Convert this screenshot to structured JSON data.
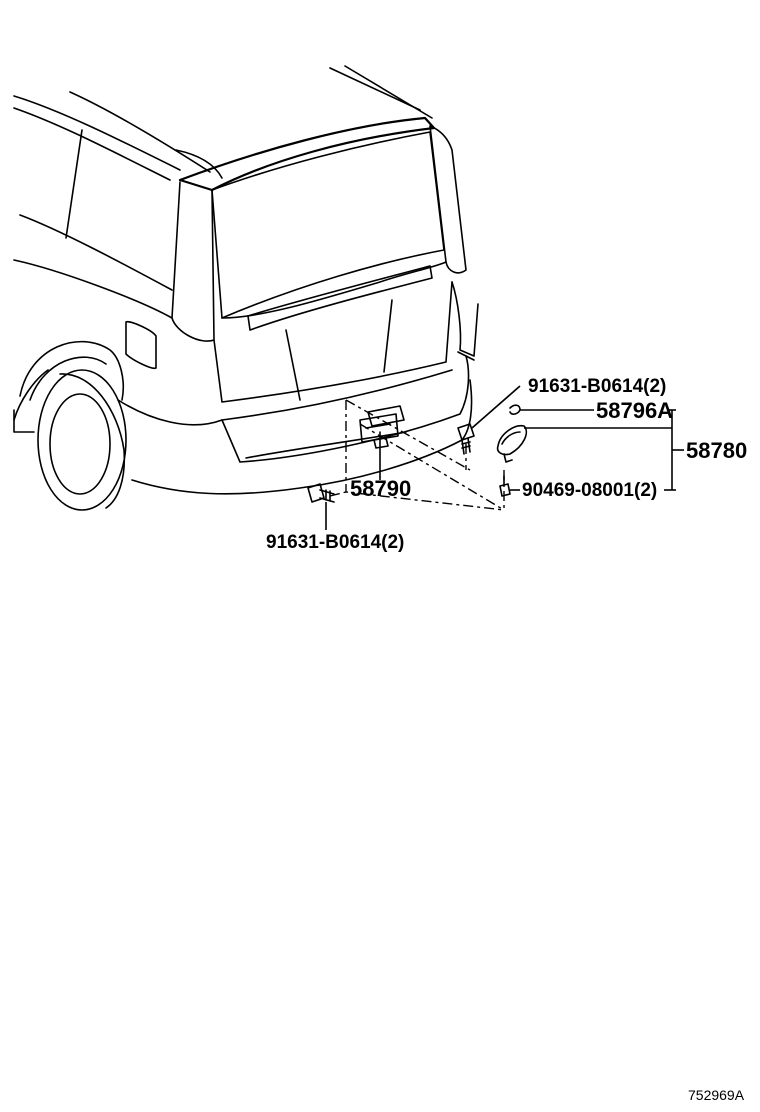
{
  "diagram": {
    "parts": {
      "bolt_upper_right": "91631-B0614(2)",
      "part_58796a": "58796A",
      "assembly_58780": "58780",
      "hinge_58790": "58790",
      "screw_90469": "90469-08001(2)",
      "bolt_lower_left": "91631-B0614(2)"
    },
    "figure_code": "752969A"
  }
}
